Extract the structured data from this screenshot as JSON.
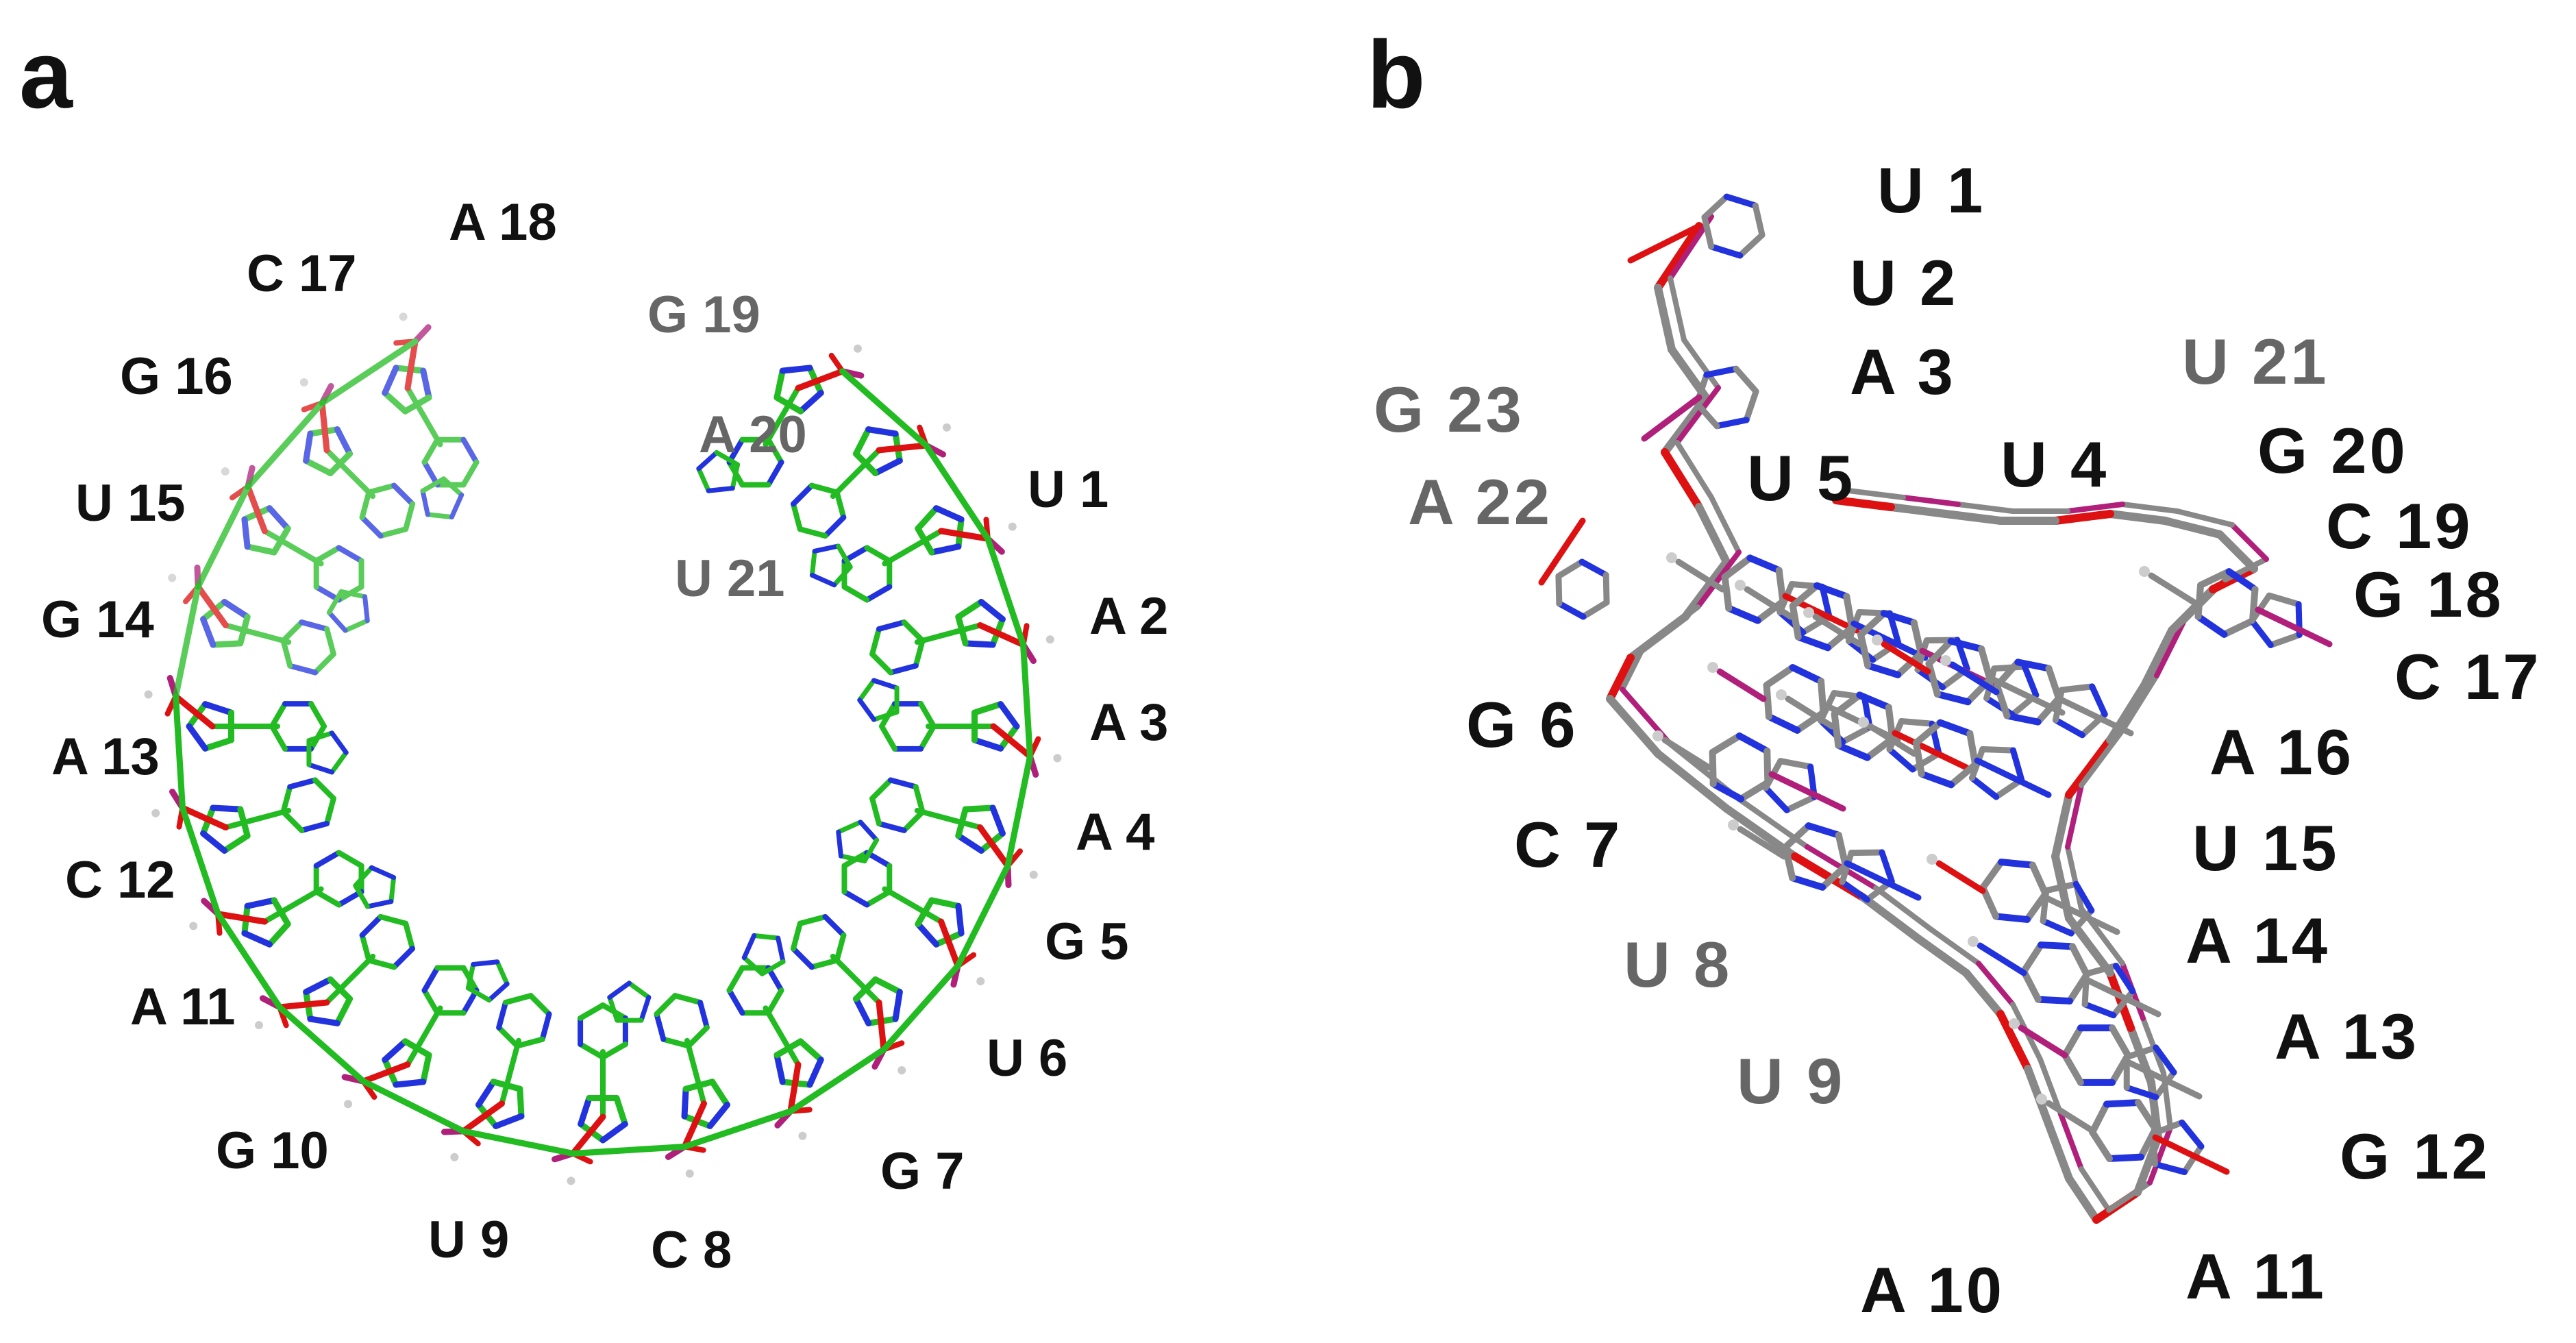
{
  "panels": {
    "a": {
      "letter": "a"
    },
    "b": {
      "letter": "b"
    }
  },
  "colors": {
    "carbon_a": "#22bb22",
    "carbon_b": "#888888",
    "oxygen": "#dd1111",
    "nitrogen": "#2233dd",
    "phosphorus": "#b0207a",
    "hydrogen": "#cccccc",
    "label": "#111111",
    "label_faded": "#666666"
  },
  "panel_a_labels": [
    "U 1",
    "A 2",
    "A 3",
    "A 4",
    "G 5",
    "U 6",
    "G 7",
    "C 8",
    "U 9",
    "G 10",
    "A 11",
    "C 12",
    "A 13",
    "G 14",
    "U 15",
    "G 16",
    "C 17",
    "A 18",
    "G 19",
    "A 20",
    "U 21"
  ],
  "panel_b_labels": [
    "U 1",
    "U 2",
    "A 3",
    "U 4",
    "U 5",
    "G 6",
    "C 7",
    "U 8",
    "U 9",
    "A 10",
    "A 11",
    "G 12",
    "A 13",
    "A 14",
    "U 15",
    "A 16",
    "C 17",
    "G 18",
    "C 19",
    "G 20",
    "U 21",
    "A 22",
    "G 23"
  ]
}
